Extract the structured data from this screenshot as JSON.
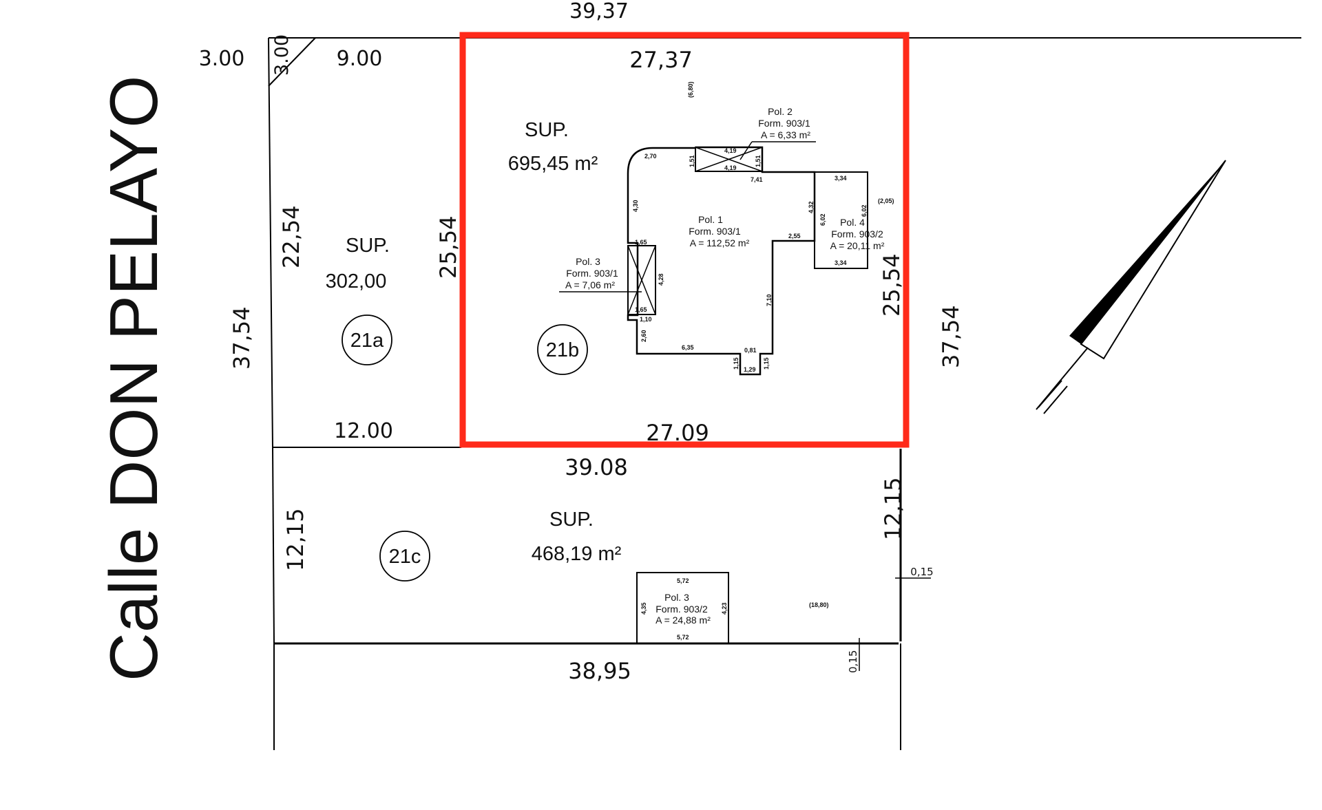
{
  "street_name": "Calle DON PELAYO",
  "colors": {
    "highlight": "#ff2a1a",
    "ink": "#000000"
  },
  "dimensions": {
    "top_total": "39,37",
    "chamfer_left": "3.00",
    "chamfer_vertical": "3.00",
    "lot21a_top": "9.00",
    "lot21a_left": "22,54",
    "lot21a_bottom": "12.00",
    "lot21b_top": "27,37",
    "lot21b_left": "25,54",
    "lot21b_right": "25,54",
    "lot21b_bottom": "27.09",
    "side_left_total": "37,54",
    "side_right_total": "37,54",
    "lot21c_top": "39.08",
    "lot21c_left": "12,15",
    "lot21c_right": "12,15",
    "bottom_total": "38,95",
    "offset_right": "0,15",
    "offset_bottom": "0,15"
  },
  "lots": [
    {
      "id": "21a",
      "sup_label": "SUP.",
      "area": "302,00"
    },
    {
      "id": "21b",
      "sup_label": "SUP.",
      "area": "695,45 m²"
    },
    {
      "id": "21c",
      "sup_label": "SUP.",
      "area": "468,19 m²"
    }
  ],
  "polygons": {
    "pol1": {
      "name": "Pol. 1",
      "form": "Form. 903/1",
      "area": "A = 112,52 m²"
    },
    "pol2": {
      "name": "Pol. 2",
      "form": "Form. 903/1",
      "area": "A = 6,33 m²"
    },
    "pol3_21b": {
      "name": "Pol. 3",
      "form": "Form. 903/1",
      "area": "A = 7,06 m²"
    },
    "pol4": {
      "name": "Pol. 4",
      "form": "Form. 903/2",
      "area": "A = 20,11 m²"
    },
    "pol3_21c": {
      "name": "Pol. 3",
      "form": "Form. 903/2",
      "area": "A = 24,88 m²"
    }
  },
  "small_dims": {
    "d_2_70": "2,70",
    "d_4_19a": "4,19",
    "d_4_19b": "4,19",
    "d_1_51a": "1,51",
    "d_1_51b": "1,51",
    "d_7_41": "7,41",
    "d_3_34a": "3,34",
    "d_3_34b": "3,34",
    "d_6_02a": "6,02",
    "d_6_02b": "6,02",
    "d_4_32": "4,32",
    "d_2_55": "2,55",
    "d_4_30": "4,30",
    "d_1_65a": "1,65",
    "d_1_65b": "1,65",
    "d_4_28": "4,28",
    "d_1_10": "1,10",
    "d_2_60": "2,60",
    "d_6_35": "6,35",
    "d_7_10": "7,10",
    "d_0_81": "0,81",
    "d_1_15a": "1,15",
    "d_1_15b": "1,15",
    "d_1_29": "1,29",
    "d_6_80": "(6,80)",
    "d_2_05": "(2,05)",
    "d_18_80": "(18,80)",
    "d_5_72a": "5,72",
    "d_5_72b": "5,72",
    "d_4_35": "4,35",
    "d_4_23": "4,23"
  },
  "north_arrow_icon": "north-arrow-icon"
}
